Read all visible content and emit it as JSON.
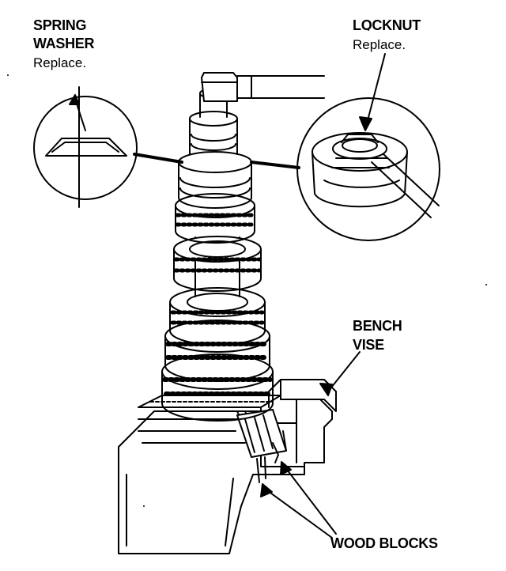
{
  "labels": {
    "spring_washer": {
      "line1": "SPRING",
      "line2": "WASHER",
      "note": "Replace."
    },
    "locknut": {
      "title": "LOCKNUT",
      "note": "Replace."
    },
    "bench_vise": {
      "line1": "BENCH",
      "line2": "VISE"
    },
    "wood_blocks": "WOOD BLOCKS"
  },
  "colors": {
    "ink": "#000000",
    "paper": "#ffffff"
  }
}
